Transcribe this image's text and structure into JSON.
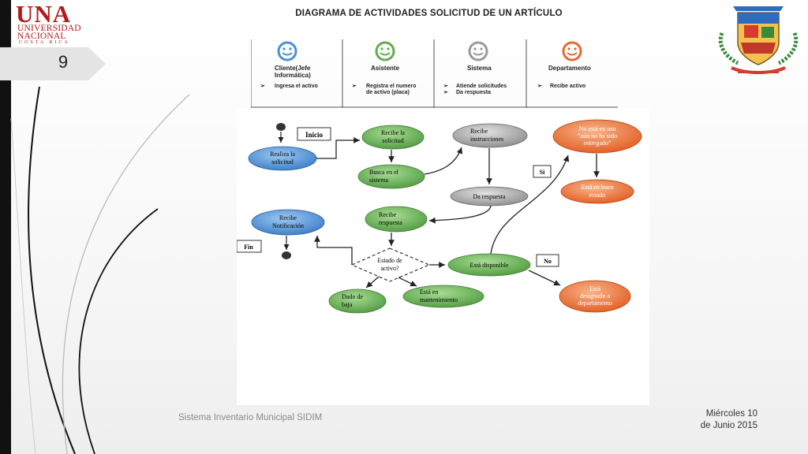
{
  "slide": {
    "number": "9",
    "title": "DIAGRAMA DE ACTIVIDADES SOLICITUD DE UN ARTÍCULO",
    "footer_left": "Sistema Inventario Municipal SIDIM",
    "footer_date_line1": "Miércoles 10",
    "footer_date_line2": "de Junio 2015"
  },
  "logo": {
    "name": "UNA",
    "line1": "UNIVERSIDAD",
    "line2": "NACIONAL",
    "line3": "COSTA RICA"
  },
  "colors": {
    "accent_red": "#b31b1b",
    "node_green": "#5fae4e",
    "node_blue": "#4a90d9",
    "node_gray": "#9a9a9a",
    "node_orange": "#e8692e"
  },
  "roles": [
    {
      "icon": "blue-smiley-icon",
      "color": "#4a90d9",
      "title_line1": "Cliente(Jefe",
      "title_line2": "Informática)",
      "bullets": [
        [
          "Ingresa el activo"
        ]
      ]
    },
    {
      "icon": "green-smiley-icon",
      "color": "#5fae4e",
      "title_line1": "Asistente",
      "title_line2": "",
      "bullets": [
        [
          "Registra el numero",
          "de activo (placa)"
        ]
      ]
    },
    {
      "icon": "gray-smiley-icon",
      "color": "#9a9a9a",
      "title_line1": "Sistema",
      "title_line2": "",
      "bullets": [
        [
          "Atiende solicitudes"
        ],
        [
          "Da respuesta"
        ]
      ]
    },
    {
      "icon": "orange-smiley-icon",
      "color": "#e8692e",
      "title_line1": "Departamento",
      "title_line2": "",
      "bullets": [
        [
          "Recibe activo"
        ]
      ]
    }
  ],
  "diagram": {
    "labels": {
      "inicio": "Inicio",
      "fin": "Fin",
      "si": "Si",
      "no": "No"
    },
    "nodes": {
      "realiza": [
        "Realiza la",
        "solicitud"
      ],
      "recibe_solicitud": [
        "Recibe la",
        "solicitud"
      ],
      "busca": [
        "Busca en el",
        "sistema"
      ],
      "recibe_instr": [
        "Recibe",
        "instrucciones"
      ],
      "da_respuesta": [
        "Da respuesta"
      ],
      "no_esta_uso": [
        "No está en uso",
        "“aún no ha  sido",
        "entregado”"
      ],
      "esta_buen": [
        "Está en buen",
        "estado"
      ],
      "recibe_resp": [
        "Recibe",
        "respuesta"
      ],
      "recibe_notif": [
        "Recibe",
        "Notificación"
      ],
      "estado_activo": [
        "Estado de",
        "activo?"
      ],
      "esta_disponible": [
        "Está disponible"
      ],
      "dado_baja": [
        "Dado de",
        "baja"
      ],
      "esta_mant": [
        "Está en",
        "mantenimiento"
      ],
      "esta_designado": [
        "Está",
        "designado  a",
        "departamento"
      ]
    }
  }
}
